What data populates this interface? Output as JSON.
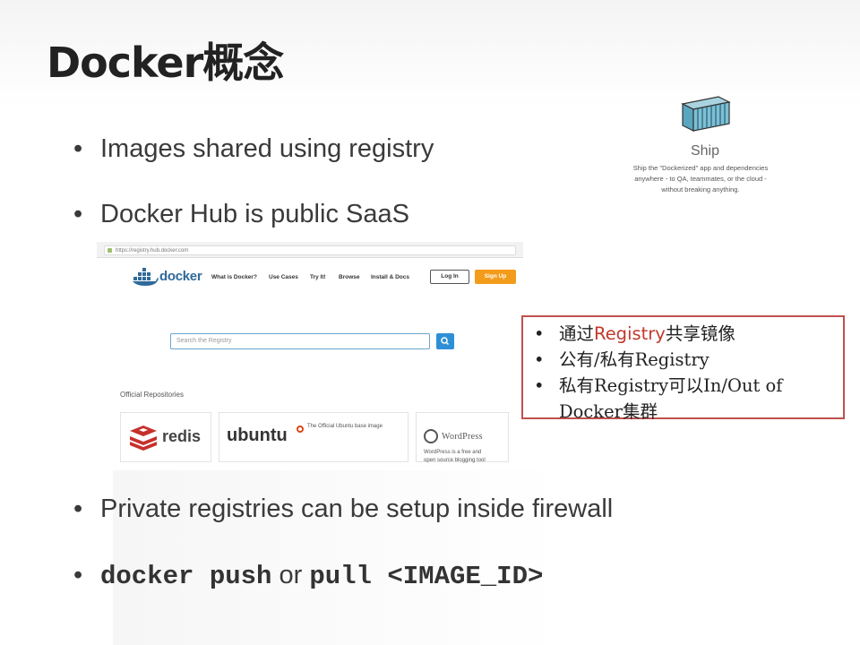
{
  "title": "Docker概念",
  "bullets": {
    "b1": "Images shared using registry",
    "b2": "Docker Hub is public SaaS",
    "b3": "Private registries can be setup inside firewall",
    "b4": {
      "cmd1": "docker push",
      "word": " or ",
      "cmd2": "pull <IMAGE_ID>"
    },
    "bullet_char": "•"
  },
  "ship": {
    "icon": "shipping-container-icon",
    "title": "Ship",
    "desc_line1": "Ship the \"Dockerized\" app and dependencies",
    "desc_line2": "anywhere - to QA, teammates, or the cloud -",
    "desc_line3": "without breaking anything."
  },
  "browser": {
    "url": "https://registry.hub.docker.com",
    "logo_text": "docker",
    "nav": [
      "What is Docker?",
      "Use Cases",
      "Try It!",
      "Browse",
      "Install & Docs"
    ],
    "login_label": "Log In",
    "signup_label": "Sign Up",
    "search_placeholder": "Search the Registry",
    "repos_label": "Official Repositories",
    "repos": {
      "redis": "redis",
      "ubuntu": "ubuntu",
      "ubuntu_desc": "The Official Ubuntu base image",
      "wordpress": "WordPress",
      "wordpress_desc_line1": "WordPress is a free and",
      "wordpress_desc_line2": "open source blogging tool"
    },
    "colors": {
      "signup": "#f39c1b",
      "search_button": "#2f8fd6",
      "docker_blue": "#2f6a9a"
    }
  },
  "note": {
    "items": [
      {
        "prefix": "通过",
        "highlight": "Registry",
        "suffix": "共享镜像"
      },
      {
        "text": "公有/私有Registry"
      },
      {
        "text": "私有Registry可以In/Out of Docker集群"
      }
    ],
    "border_color": "#c0504d",
    "highlight_color": "#c0392b"
  }
}
